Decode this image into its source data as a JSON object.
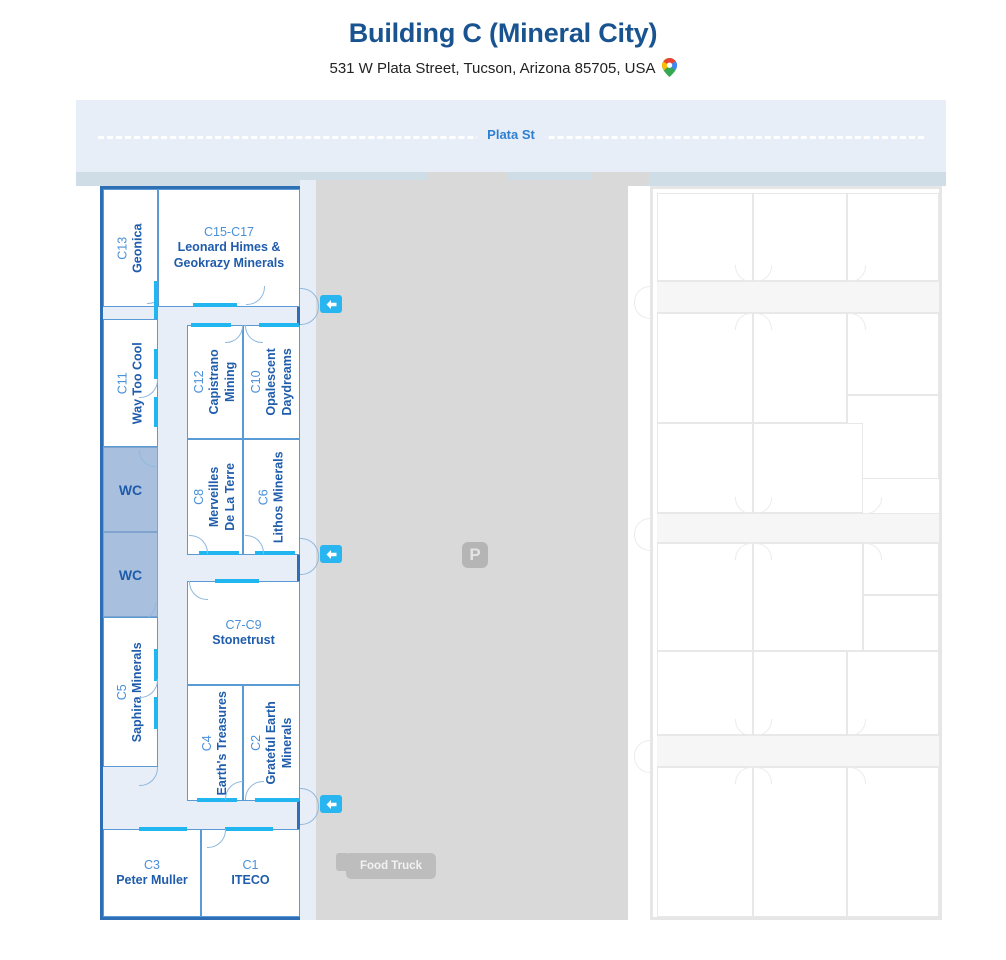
{
  "header": {
    "title_main": "Building C",
    "title_paren": "(Mineral City)",
    "address": "531 W Plata Street, Tucson, Arizona 85705, USA",
    "pin_icon": "google-maps-pin-icon"
  },
  "map": {
    "street_label": "Plata St",
    "parking_badge": "P",
    "food_truck_label": "Food Truck",
    "entrance_icon": "arrow-left-icon",
    "entrance_count": 3
  },
  "colors": {
    "title_blue": "#1a5490",
    "unit_code_blue": "#4a90d9",
    "unit_name_blue": "#1f5cab",
    "wall_blue": "#2e6eb5",
    "room_border_blue": "#5b9bd5",
    "door_cyan": "#22b6f0",
    "corridor_fill": "#e8eef7",
    "wc_fill": "#a8c0de",
    "street_fill": "#e8eef7",
    "sidewalk_fill": "#cfdde6",
    "parking_fill": "#d9d9d9",
    "faded_building": "#e6e6e6"
  },
  "units": [
    {
      "code": "C13",
      "name": "Geonica",
      "orient": "vertical"
    },
    {
      "code": "C15-C17",
      "name": "Leonard Himes &\nGeokrazy Minerals",
      "orient": "horizontal"
    },
    {
      "code": "C11",
      "name": "Way Too Cool",
      "orient": "vertical"
    },
    {
      "code": "C12",
      "name": "Capistrano\nMining",
      "orient": "vertical"
    },
    {
      "code": "C10",
      "name": "Opalescent\nDaydreams",
      "orient": "vertical"
    },
    {
      "code": "C8",
      "name": "Merveilles\nDe La Terre",
      "orient": "vertical"
    },
    {
      "code": "C6",
      "name": "Lithos Minerals",
      "orient": "vertical"
    },
    {
      "code": "C5",
      "name": "Saphira Minerals",
      "orient": "vertical"
    },
    {
      "code": "C7-C9",
      "name": "Stonetrust",
      "orient": "horizontal"
    },
    {
      "code": "C4",
      "name": "Earth's Treasures",
      "orient": "vertical"
    },
    {
      "code": "C2",
      "name": "Grateful Earth\nMinerals",
      "orient": "vertical"
    },
    {
      "code": "C3",
      "name": "Peter Muller",
      "orient": "horizontal"
    },
    {
      "code": "C1",
      "name": "ITECO",
      "orient": "horizontal"
    }
  ],
  "restrooms": [
    {
      "label": "WC"
    },
    {
      "label": "WC"
    }
  ],
  "labels": {
    "u_c13_code": "C13",
    "u_c13_name": "Geonica",
    "u_c15_code": "C15-C17",
    "u_c15_name1": "Leonard Himes &",
    "u_c15_name2": "Geokrazy Minerals",
    "u_c11_code": "C11",
    "u_c11_name": "Way Too Cool",
    "u_c12_code": "C12",
    "u_c12_name1": "Capistrano",
    "u_c12_name2": "Mining",
    "u_c10_code": "C10",
    "u_c10_name1": "Opalescent",
    "u_c10_name2": "Daydreams",
    "u_c8_code": "C8",
    "u_c8_name1": "Merveilles",
    "u_c8_name2": "De La Terre",
    "u_c6_code": "C6",
    "u_c6_name": "Lithos Minerals",
    "u_c5_code": "C5",
    "u_c5_name": "Saphira Minerals",
    "u_c79_code": "C7-C9",
    "u_c79_name": "Stonetrust",
    "u_c4_code": "C4",
    "u_c4_name": "Earth's Treasures",
    "u_c2_code": "C2",
    "u_c2_name1": "Grateful Earth",
    "u_c2_name2": "Minerals",
    "u_c3_code": "C3",
    "u_c3_name": "Peter Muller",
    "u_c1_code": "C1",
    "u_c1_name": "ITECO",
    "wc1": "WC",
    "wc2": "WC"
  }
}
